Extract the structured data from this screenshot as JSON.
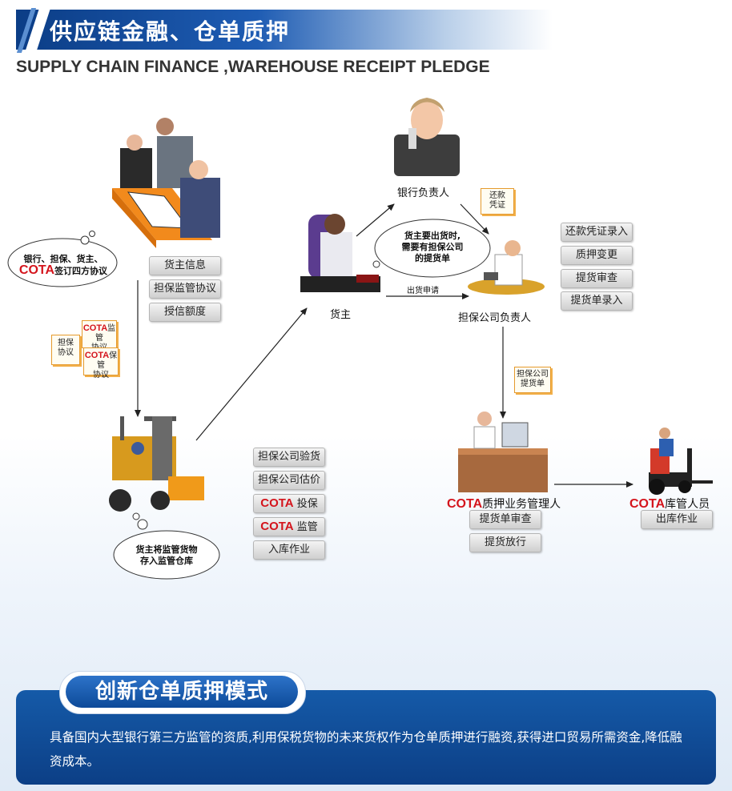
{
  "header": {
    "title_cn": "供应链金融、仓单质押",
    "title_en": "SUPPLY CHAIN FINANCE ,WAREHOUSE RECEIPT PLEDGE"
  },
  "agreement_cloud": {
    "line1": "银行、担保、货主、",
    "cota": "COTA",
    "line2": "签订四方协议"
  },
  "agreement_tags": [
    "货主信息",
    "担保监管协议",
    "授信额度"
  ],
  "docs_left": {
    "guarantee": [
      "担保",
      "协议"
    ],
    "cota_supervision": {
      "cota": "COTA",
      "l1": "监管",
      "l2": "协议"
    },
    "cota_insurance": {
      "cota": "COTA",
      "l1": "保管",
      "l2": "协议"
    }
  },
  "bank": {
    "label": "银行负责人"
  },
  "repay_doc": [
    "还款",
    "凭证"
  ],
  "owner": {
    "label": "货主"
  },
  "owner_cloud": [
    "货主要出货时,",
    "需要有担保公司",
    "的提货单"
  ],
  "ship_request": "出货申请",
  "guarantor": {
    "label": "担保公司负责人"
  },
  "guarantor_tags": [
    "还款凭证录入",
    "质押变更",
    "提货审查",
    "提货单录入"
  ],
  "pickup_doc": [
    "担保公司",
    "提货单"
  ],
  "warehouse_cloud": [
    "货主将监管货物",
    "存入监管仓库"
  ],
  "warehouse_tags": [
    {
      "text": "担保公司验货"
    },
    {
      "text": "担保公司估价"
    },
    {
      "cota": "COTA",
      "text": " 投保"
    },
    {
      "cota": "COTA",
      "text": " 监管"
    },
    {
      "text": "入库作业"
    }
  ],
  "pledge_manager": {
    "cota": "COTA",
    "label": "质押业务管理人",
    "tags": [
      "提货单审查",
      "提货放行"
    ]
  },
  "store_keeper": {
    "cota": "COTA",
    "label": "库管人员",
    "tags": [
      "出库作业"
    ]
  },
  "bottom": {
    "pill_title": "创新仓单质押模式",
    "description": "具备国内大型银行第三方监管的资质,利用保税货物的未来货权作为仓单质押进行融资,获得进口贸易所需资金,降低融资成本。"
  },
  "colors": {
    "title_blue": "#0b3d86",
    "panel_blue": "#155aa8",
    "cota_red": "#d4141c",
    "doc_border": "#e59a2c"
  }
}
